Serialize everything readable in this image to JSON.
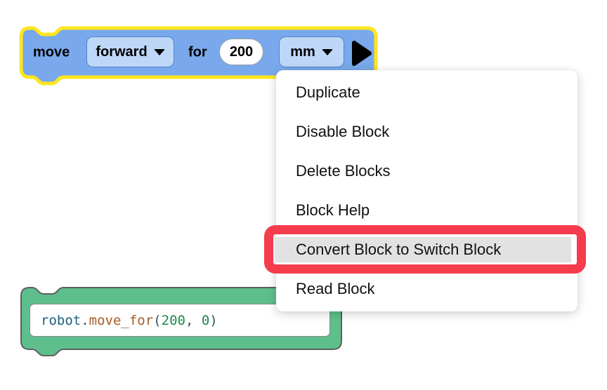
{
  "move_block": {
    "label_move": "move",
    "direction_dropdown": {
      "value": "forward"
    },
    "label_for": "for",
    "distance_value": "200",
    "unit_dropdown": {
      "value": "mm"
    },
    "colors": {
      "fill": "#79A9EC",
      "field_fill": "#BED7F7",
      "selected_outline": "#FFE51F",
      "play_icon": "#000000"
    }
  },
  "code_block": {
    "code_full": "robot.move_for(200, 0)",
    "tokens": [
      {
        "text": "robot",
        "type": "object"
      },
      {
        "text": ".",
        "type": "punct"
      },
      {
        "text": "move_for",
        "type": "function"
      },
      {
        "text": "(",
        "type": "punct"
      },
      {
        "text": "200",
        "type": "number"
      },
      {
        "text": ", ",
        "type": "punct"
      },
      {
        "text": "0",
        "type": "number"
      },
      {
        "text": ")",
        "type": "punct"
      }
    ],
    "colors": {
      "fill": "#5FBF8C",
      "outline": "#5E5F61"
    }
  },
  "context_menu": {
    "items": [
      {
        "label": "Duplicate",
        "highlighted": false
      },
      {
        "label": "Disable Block",
        "highlighted": false
      },
      {
        "label": "Delete Blocks",
        "highlighted": false
      },
      {
        "label": "Block Help",
        "highlighted": false
      },
      {
        "label": "Convert Block to Switch Block",
        "highlighted": true
      },
      {
        "label": "Read Block",
        "highlighted": false
      }
    ],
    "highlight_bg": "#E2E2E2"
  },
  "annotation": {
    "color": "#F43C4D"
  }
}
